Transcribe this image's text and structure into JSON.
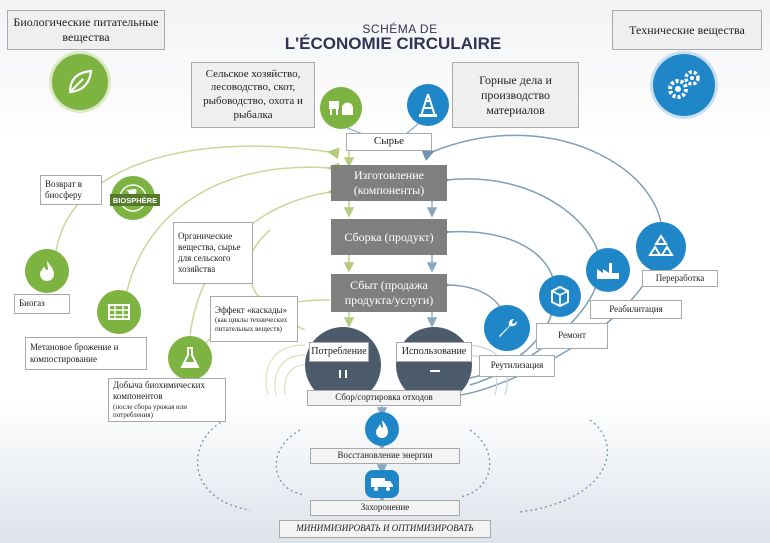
{
  "header": {
    "title_line1": "SCHÉMA DE",
    "title_line2": "L'ÉCONOMIE CIRCULAIRE"
  },
  "corners": {
    "biological": "Биологические питательные вещества",
    "technical": "Технические вещества"
  },
  "sources": {
    "agriculture": "Сельское хозяйство, лесоводство, скот, рыбоводство, охота и рыбалка",
    "mining": "Горные дела и производство материалов"
  },
  "flow": {
    "raw": "Сырье",
    "manufacture": "Изготовление (компоненты)",
    "assembly": "Сборка (продукт)",
    "sales": "Сбыт (продажа продукта/услуги)",
    "consumption": "Потребление",
    "usage": "Использование",
    "collection": "Сбор/сортировка отходов",
    "energy": "Восстановление энергии",
    "burial": "Захоронение",
    "minimize": "МИНИМИЗИРОВАТЬ И ОПТИМИЗИРОВАТЬ"
  },
  "bio_loop": {
    "return_label": "Возврат в биосферу",
    "biosphere_badge": "BIOSPHÈRE",
    "organic": "Органические вещества, сырье для сельского хозяйства",
    "biogas": "Биогаз",
    "methane": "Метановое брожение и компостирование",
    "biochem_main": "Добыча биохимических компонентов",
    "biochem_note": "(после сбора урожая или потребления)",
    "cascade_main": "Эффект «каскады»",
    "cascade_note": "(как циклы технических питательных веществ)"
  },
  "tech_loop": {
    "recycling": "Переработка",
    "rehab": "Реабилитация",
    "repair": "Ремонт",
    "reuse": "Реутилизация"
  },
  "colors": {
    "green": "#7cb341",
    "blue": "#1f87c7",
    "gray_box": "#7f7f7f",
    "dark_circle": "#4a5a6a"
  },
  "icons": [
    "leaf-icon",
    "gears-icon",
    "animals-icon",
    "oil-derrick-icon",
    "globe-icon",
    "flame-icon",
    "crate-icon",
    "flask-icon",
    "recycle-icon",
    "factory-icon",
    "box-icon",
    "wrench-icon",
    "truck-icon"
  ]
}
